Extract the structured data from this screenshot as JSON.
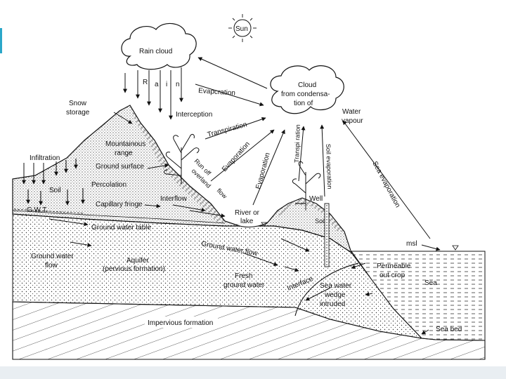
{
  "diagram": {
    "sun": "Sun",
    "rain_cloud": "Rain cloud",
    "rain_letters": [
      "R",
      "a",
      "i",
      "n"
    ],
    "cloud": [
      "Cloud",
      "from condensa-",
      "tion of"
    ],
    "water_vapour": [
      "Water",
      "vapour"
    ],
    "evaporation_top": "Evapcration",
    "interception": "Interception",
    "transpiration_mid": "Transpiration",
    "evaporation_slope": "Evaporation",
    "evaporation_lake": "Evaporation",
    "transpiration_right": "Transpi ration",
    "soil_evaporation": "Soil evaporation",
    "sea_evaporation": "Sea evaporation",
    "snow_storage": [
      "Snow",
      "storage"
    ],
    "mountainous_range": [
      "Mountainous",
      "range"
    ],
    "ground_surface": "Ground surface",
    "infiltration": "Infiltration",
    "soil": "Soil",
    "percolation": "Percolation",
    "runoff": [
      "Run off",
      "overland",
      "flow"
    ],
    "capillary_fringe": "Capillary fringe",
    "interflow": "Interflow",
    "gwt": "G.W.T.",
    "ground_water_table": "Ground water table",
    "river_or_lake": [
      "River or",
      "lake"
    ],
    "well": "Well",
    "soil_small": "Soil",
    "msl": "msl",
    "ground_water_flow_left": [
      "Ground water",
      "flow"
    ],
    "aquifer": [
      "Aquifer",
      "(pervious formation)"
    ],
    "ground_water_flow_mid": "Ground water flow",
    "fresh_ground_water": [
      "Fresh",
      "ground water"
    ],
    "interface": "Interface",
    "sea_water_wedge": [
      "Sea water",
      "wedge",
      "intruded"
    ],
    "permeable_outcrop": [
      "Permeable",
      "out crop"
    ],
    "sea": "Sea",
    "sea_bed": "Sea bed",
    "impervious_formation": "Impervious formation"
  }
}
